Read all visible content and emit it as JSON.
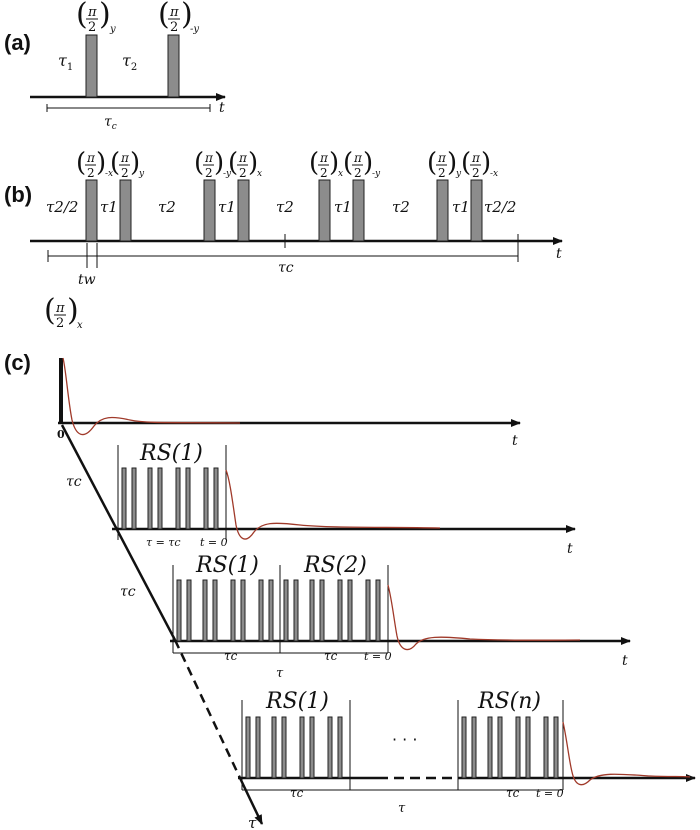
{
  "panels": {
    "a": {
      "label": "(a)",
      "pulses": [
        {
          "angle_num": "π",
          "angle_den": "2",
          "axis": "y"
        },
        {
          "angle_num": "π",
          "angle_den": "2",
          "axis": "-y"
        }
      ],
      "delays": [
        "τ",
        "τ"
      ],
      "delay_subs": [
        "1",
        "2"
      ],
      "cycle": "τ",
      "cycle_sub": "c",
      "axis_label": "t"
    },
    "b": {
      "label": "(b)",
      "pulses": [
        {
          "angle_num": "π",
          "angle_den": "2",
          "axis": "-x"
        },
        {
          "angle_num": "π",
          "angle_den": "2",
          "axis": "y"
        },
        {
          "angle_num": "π",
          "angle_den": "2",
          "axis": "-y"
        },
        {
          "angle_num": "π",
          "angle_den": "2",
          "axis": "x"
        },
        {
          "angle_num": "π",
          "angle_den": "2",
          "axis": "x"
        },
        {
          "angle_num": "π",
          "angle_den": "2",
          "axis": "-y"
        },
        {
          "angle_num": "π",
          "angle_den": "2",
          "axis": "y"
        },
        {
          "angle_num": "π",
          "angle_den": "2",
          "axis": "-x"
        }
      ],
      "delay_half": "τ2/2",
      "delay_t1": "τ1",
      "delay_t2": "τ2",
      "pulse_width": "tw",
      "cycle": "τc",
      "axis_label": "t"
    },
    "c": {
      "label": "(c)",
      "initial_pulse": {
        "angle_num": "π",
        "angle_den": "2",
        "axis": "x"
      },
      "row_labels": {
        "tau_c": "τc",
        "tau_eq": "τ = τc",
        "t0": "t = 0",
        "tau": "τ",
        "t": "t",
        "zero": "0",
        "ellipsis": "· · ·"
      },
      "rs_blocks": [
        "RS(1)",
        "RS(1)",
        "RS(2)",
        "RS(1)",
        "RS(n)"
      ]
    }
  }
}
